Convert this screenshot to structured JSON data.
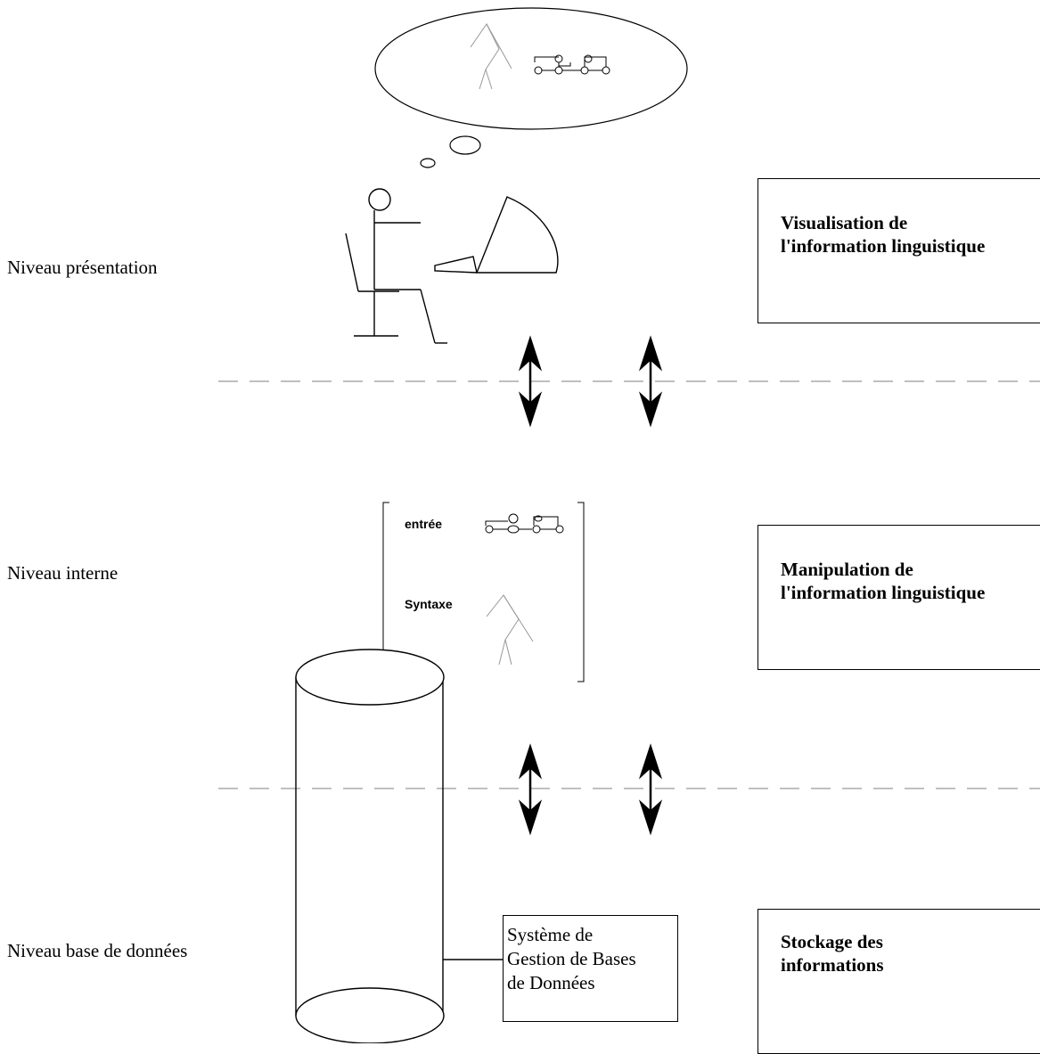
{
  "levels": {
    "presentation": "Niveau présentation",
    "interne": "Niveau interne",
    "base": "Niveau base de données"
  },
  "boxes": {
    "visualisation": "Visualisation de\nl'information linguistique",
    "manipulation": "Manipulation de\nl'information linguistique",
    "stockage": "Stockage des\ninformations"
  },
  "internal": {
    "entree": "entrée",
    "syntaxe": "Syntaxe"
  },
  "dbms": "Système de\nGestion de Bases\nde Données"
}
